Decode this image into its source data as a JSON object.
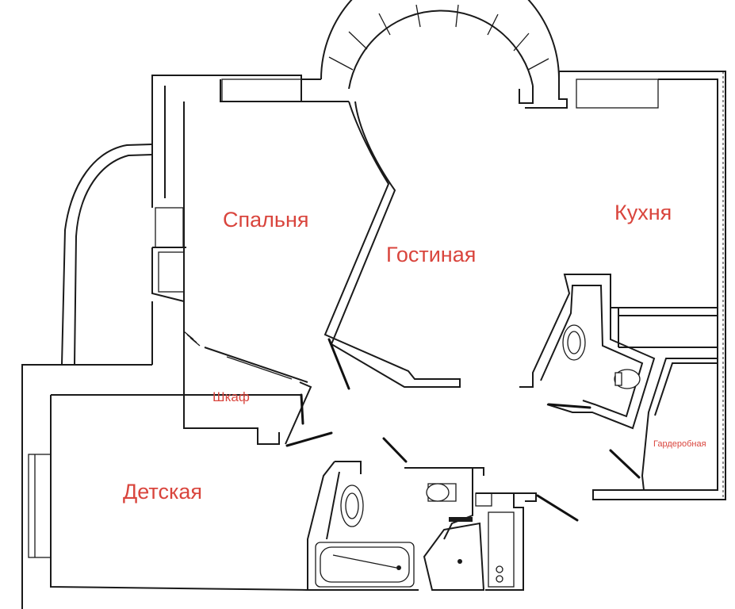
{
  "rooms": {
    "bedroom": "Спальня",
    "living": "Гостиная",
    "kitchen": "Кухня",
    "closet": "Шкаф",
    "kids": "Детская",
    "wardrobe": "Гардеробная"
  },
  "colors": {
    "label": "#d9453d",
    "wall": "#1a1a1a",
    "background": "#ffffff"
  }
}
